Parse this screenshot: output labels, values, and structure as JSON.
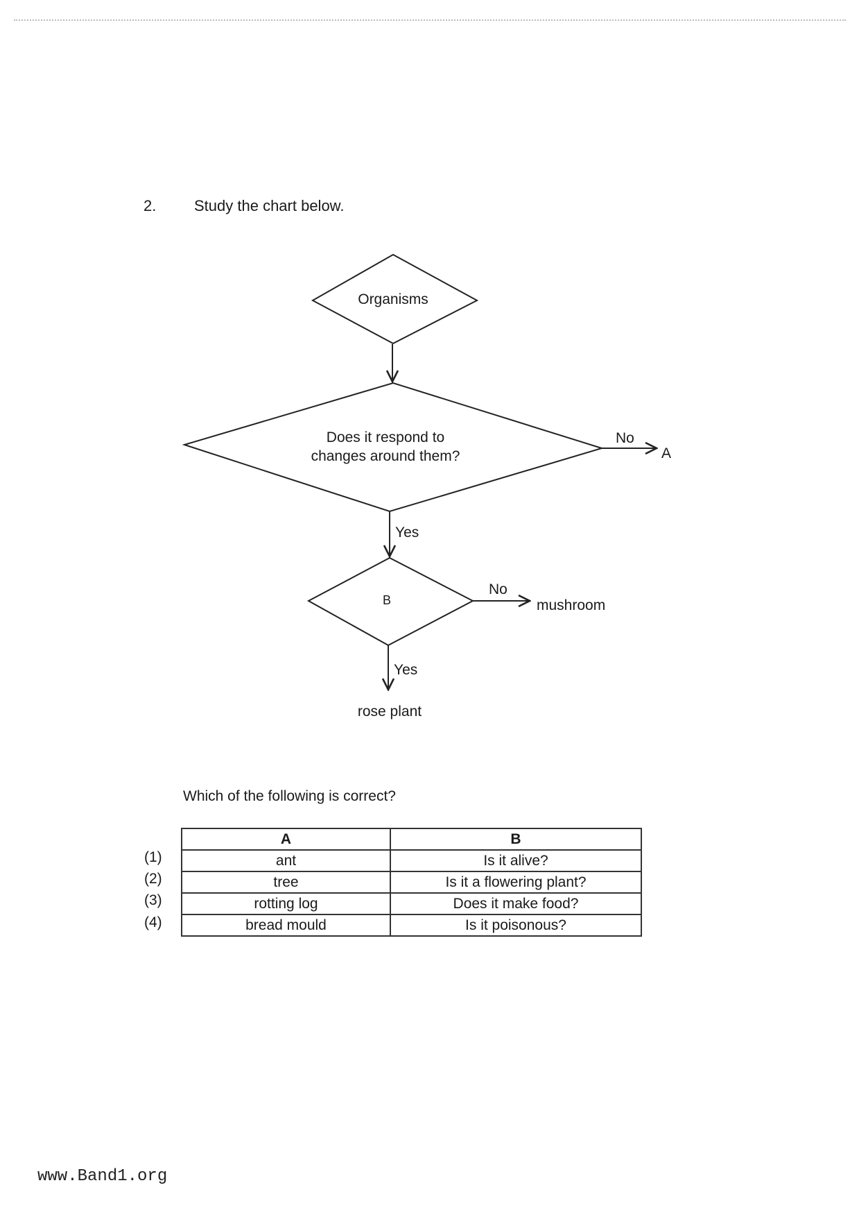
{
  "question": {
    "number": "2.",
    "prompt": "Study the chart below."
  },
  "flowchart": {
    "start": "Organisms",
    "decision1": {
      "line1": "Does it respond to",
      "line2": "changes around them?"
    },
    "decision1_no_label": "No",
    "decision1_no_target": "A",
    "decision1_yes_label": "Yes",
    "decision2": "B",
    "decision2_no_label": "No",
    "decision2_no_target": "mushroom",
    "decision2_yes_label": "Yes",
    "decision2_yes_target": "rose plant"
  },
  "sub_question": "Which of the following is correct?",
  "table": {
    "headers": [
      "A",
      "B"
    ],
    "rows": [
      {
        "label": "(1)",
        "a": "ant",
        "b": "Is it alive?"
      },
      {
        "label": "(2)",
        "a": "tree",
        "b": "Is it a flowering plant?"
      },
      {
        "label": "(3)",
        "a": "rotting log",
        "b": "Does it make food?"
      },
      {
        "label": "(4)",
        "a": "bread mould",
        "b": "Is it poisonous?"
      }
    ]
  },
  "footer": {
    "website": "www.Band1.org"
  }
}
